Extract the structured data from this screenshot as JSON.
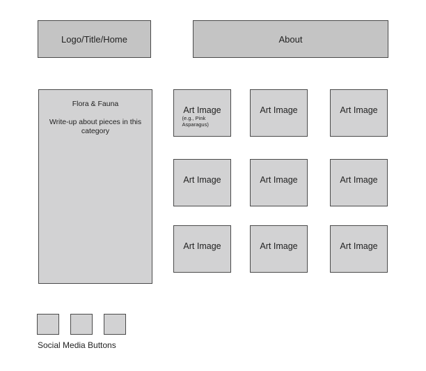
{
  "header": {
    "logo_label": "Logo/Title/Home",
    "about_label": "About"
  },
  "category": {
    "title": "Flora & Fauna",
    "writeup": "Write-up about pieces in this category"
  },
  "gallery": {
    "tiles": [
      {
        "label": "Art Image",
        "note": "(e.g., Pink Asparagus)"
      },
      {
        "label": "Art Image"
      },
      {
        "label": "Art Image"
      },
      {
        "label": "Art Image"
      },
      {
        "label": "Art Image"
      },
      {
        "label": "Art Image"
      },
      {
        "label": "Art Image"
      },
      {
        "label": "Art Image"
      },
      {
        "label": "Art Image"
      }
    ]
  },
  "social": {
    "label": "Social Media Buttons",
    "button_count": 3
  },
  "colors": {
    "header_fill": "#c4c4c4",
    "panel_fill": "#d2d2d3",
    "border": "#4a4a4a"
  }
}
